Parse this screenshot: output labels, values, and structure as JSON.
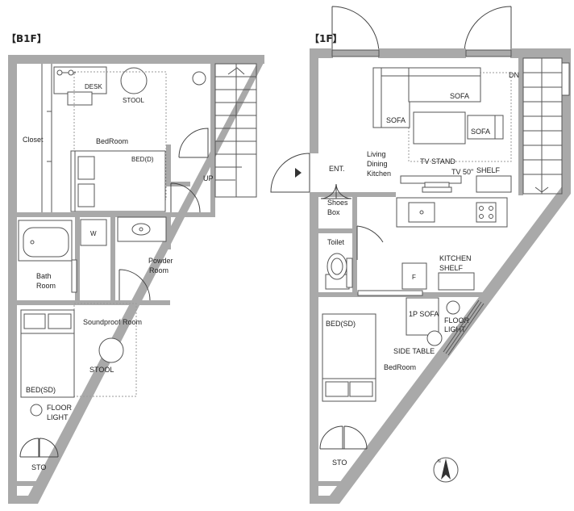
{
  "floors": {
    "b1": {
      "title": "【B1F】"
    },
    "f1": {
      "title": "【1F】"
    }
  },
  "b1_labels": {
    "desk": "DESK",
    "stool_top": "STOOL",
    "closet": "Closet",
    "bedroom": "BedRoom",
    "bed_d": "BED(D)",
    "up": "UP",
    "washer": "W",
    "powder": "Powder",
    "powder_room": "Room",
    "bath": "Bath",
    "bath_room": "Room",
    "soundproof": "Soundproof Room",
    "stool_bottom": "STOOL",
    "bed_sd": "BED(SD)",
    "floor": "FLOOR",
    "light": "LIGHT",
    "sto": "STO"
  },
  "f1_labels": {
    "dn": "DN",
    "sofa_left": "SOFA",
    "sofa_top": "SOFA",
    "sofa_right": "SOFA",
    "living": "Living",
    "dining": "Dining",
    "kitchen": "Kitchen",
    "tv_stand": "TV STAND",
    "tv": "TV 50\"",
    "shelf": "SHELF",
    "ent": "ENT.",
    "shoes": "Shoes",
    "box": "Box",
    "toilet": "Toilet",
    "kitchen_shelf": "KITCHEN",
    "shelf2": "SHELF",
    "fridge": "F",
    "sofa_1p": "1P SOFA",
    "floor": "FLOOR",
    "light": "LIGHT",
    "side_table": "SIDE TABLE",
    "bed_sd": "BED(SD)",
    "bedroom": "BedRoom",
    "sto": "STO",
    "compass": "N"
  }
}
